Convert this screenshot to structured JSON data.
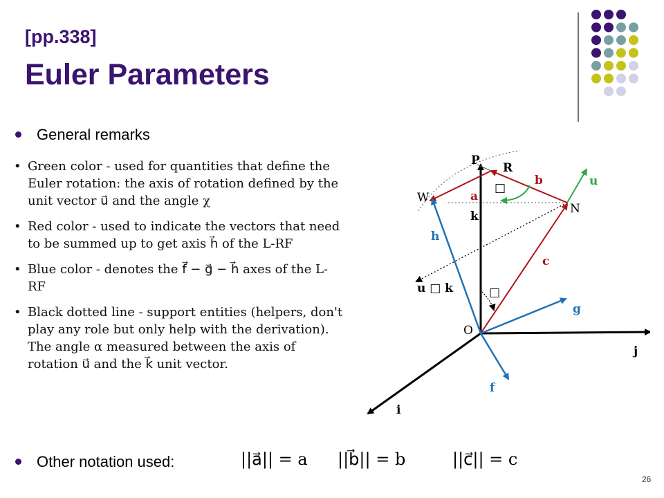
{
  "decor": {
    "colors": {
      "purple": "#3b1470",
      "teal": "#7a9fa0",
      "olive": "#c3c31a",
      "lavender": "#d3d1e8",
      "divider": "#444444"
    },
    "dot_rows": [
      [
        "purple",
        "purple",
        "purple"
      ],
      [
        "purple",
        "purple",
        "teal",
        "teal"
      ],
      [
        "purple",
        "teal",
        "teal",
        "olive"
      ],
      [
        "purple",
        "teal",
        "olive",
        "olive"
      ],
      [
        "teal",
        "olive",
        "olive",
        "lavender"
      ],
      [
        "olive",
        "olive",
        "lavender",
        "lavender"
      ],
      [
        "lavender",
        "lavender"
      ]
    ]
  },
  "header": {
    "ref": "[pp.338]",
    "title": "Euler Parameters"
  },
  "bullet_general": "General remarks",
  "remarks": [
    "Green color - used for quantities that define the Euler rotation: the axis of rotation defined by the unit vector u⃗ and the angle χ",
    "Red color - used to indicate the vectors that need to be summed up to get axis h⃗ of the L-RF",
    "Blue color - denotes the f⃗ − g⃗ − h⃗ axes of the L-RF",
    "Black dotted line - support entities (helpers, don't play any role but only help with the derivation). The angle α measured between the axis of rotation u⃗ and the k⃗ unit vector."
  ],
  "bullet_notation": "Other notation used:",
  "formulas": {
    "a": "||a⃗|| = a",
    "b": "||b⃗|| = b",
    "c": "||c⃗|| = c"
  },
  "page_number": "26",
  "diagram": {
    "colors": {
      "red": "#b0141a",
      "blue": "#1f73b7",
      "green": "#2ea844",
      "black": "#000000"
    },
    "labels": {
      "P": "P",
      "R": "R",
      "W": "W",
      "N": "N",
      "O": "O",
      "a": "a",
      "b": "b",
      "c": "c",
      "u": "u",
      "k": "k",
      "h": "h",
      "uk": "u □ k",
      "g": "g",
      "j": "j",
      "f": "f",
      "i": "i",
      "box": "□"
    }
  }
}
